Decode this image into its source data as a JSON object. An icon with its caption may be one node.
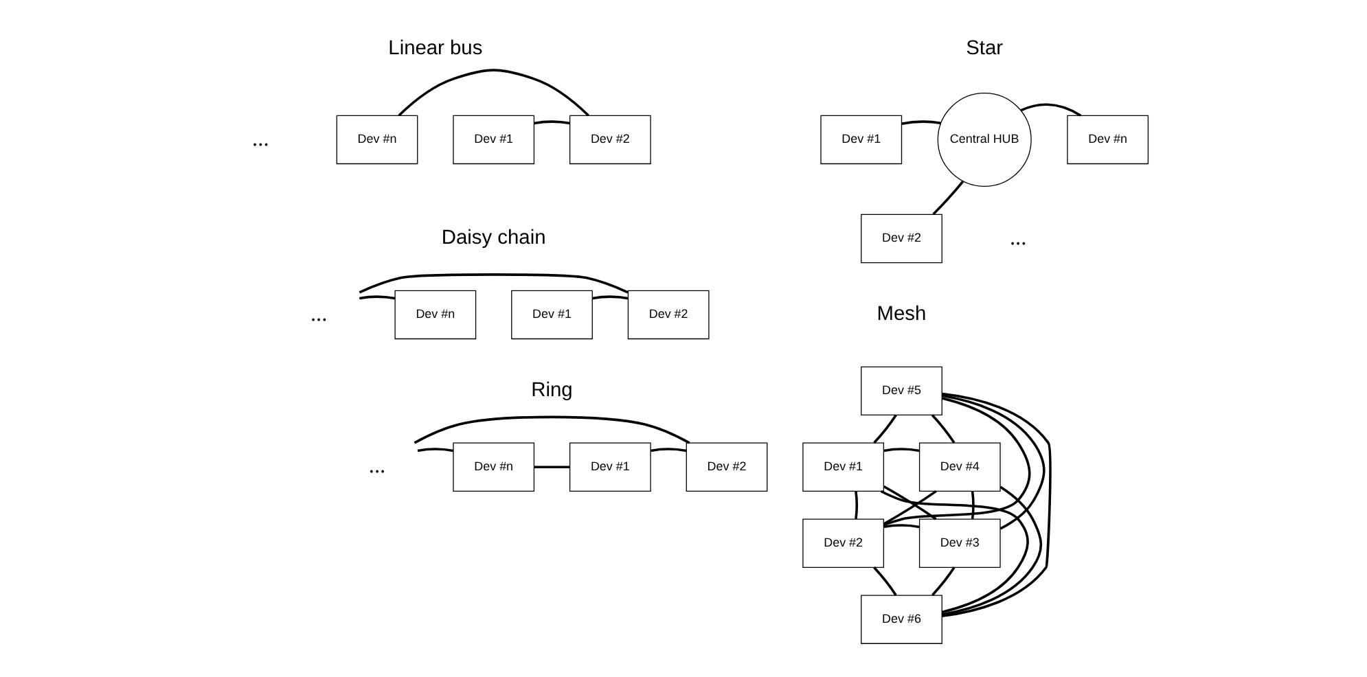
{
  "diagram": {
    "nodes": [
      {
        "text": [
          "Dev #1"
        ]
      },
      {
        "text": [
          "Dev #2"
        ]
      },
      {
        "text": [
          "Dev #n"
        ]
      },
      {
        "text": [
          "Dev #1"
        ]
      },
      {
        "text": [
          "Central HUB"
        ]
      },
      {
        "text": [
          "Dev #n"
        ]
      },
      {
        "text": [
          "Dev #2"
        ]
      },
      {
        "text": [
          "Dev #1"
        ]
      },
      {
        "text": [
          "Dev #2"
        ]
      },
      {
        "text": [
          "..."
        ]
      },
      {
        "text": [
          "Dev #n"
        ]
      },
      {
        "text": [
          "Dev #5"
        ]
      },
      {
        "text": [
          "Dev #1"
        ]
      },
      {
        "text": [
          "Dev #4"
        ]
      },
      {
        "text": [
          "Dev #2"
        ]
      },
      {
        "text": [
          "Dev #3"
        ]
      },
      {
        "text": [
          "Dev #6"
        ]
      },
      {
        "text": [
          "Dev #1"
        ]
      },
      {
        "text": [
          "Dev #2"
        ]
      },
      {
        "text": [
          "..."
        ]
      },
      {
        "text": [
          "Dev #n"
        ]
      }
    ],
    "edges": [
      {
        "from": 0,
        "to": 1,
        "arrow": "none"
      },
      {
        "from": 1,
        "to": 2,
        "arrow": "none"
      },
      {
        "from": 3,
        "to": 4,
        "arrow": "none"
      },
      {
        "from": 6,
        "to": 4,
        "arrow": "none"
      },
      {
        "from": 4,
        "to": 5,
        "arrow": "none"
      },
      {
        "from": 7,
        "to": 8,
        "arrow": "none"
      },
      {
        "from": 8,
        "to": 9,
        "arrow": "none"
      },
      {
        "from": 9,
        "to": 10,
        "arrow": "none"
      },
      {
        "from": 11,
        "to": 12,
        "arrow": "none"
      },
      {
        "from": 11,
        "to": 13,
        "arrow": "none"
      },
      {
        "from": 11,
        "to": 14,
        "arrow": "none"
      },
      {
        "from": 11,
        "to": 15,
        "arrow": "none"
      },
      {
        "from": 11,
        "to": 16,
        "arrow": "none"
      },
      {
        "from": 12,
        "to": 13,
        "arrow": "none"
      },
      {
        "from": 12,
        "to": 14,
        "arrow": "none"
      },
      {
        "from": 12,
        "to": 15,
        "arrow": "none"
      },
      {
        "from": 12,
        "to": 16,
        "arrow": "none"
      },
      {
        "from": 13,
        "to": 14,
        "arrow": "none"
      },
      {
        "from": 13,
        "to": 15,
        "arrow": "none"
      },
      {
        "from": 13,
        "to": 16,
        "arrow": "none"
      },
      {
        "from": 14,
        "to": 15,
        "arrow": "none"
      },
      {
        "from": 14,
        "to": 16,
        "arrow": "none"
      },
      {
        "from": 15,
        "to": 16,
        "arrow": "none"
      },
      {
        "from": 17,
        "to": 18,
        "arrow": "none"
      },
      {
        "from": 18,
        "to": 19,
        "arrow": "none"
      },
      {
        "from": 19,
        "to": 20,
        "arrow": "none"
      },
      {
        "from": 20,
        "to": 17,
        "arrow": "none"
      }
    ],
    "labels": [
      "Star",
      "Linear bus",
      "...",
      "...",
      "Daisy chain",
      "Mesh",
      "Ring"
    ]
  }
}
